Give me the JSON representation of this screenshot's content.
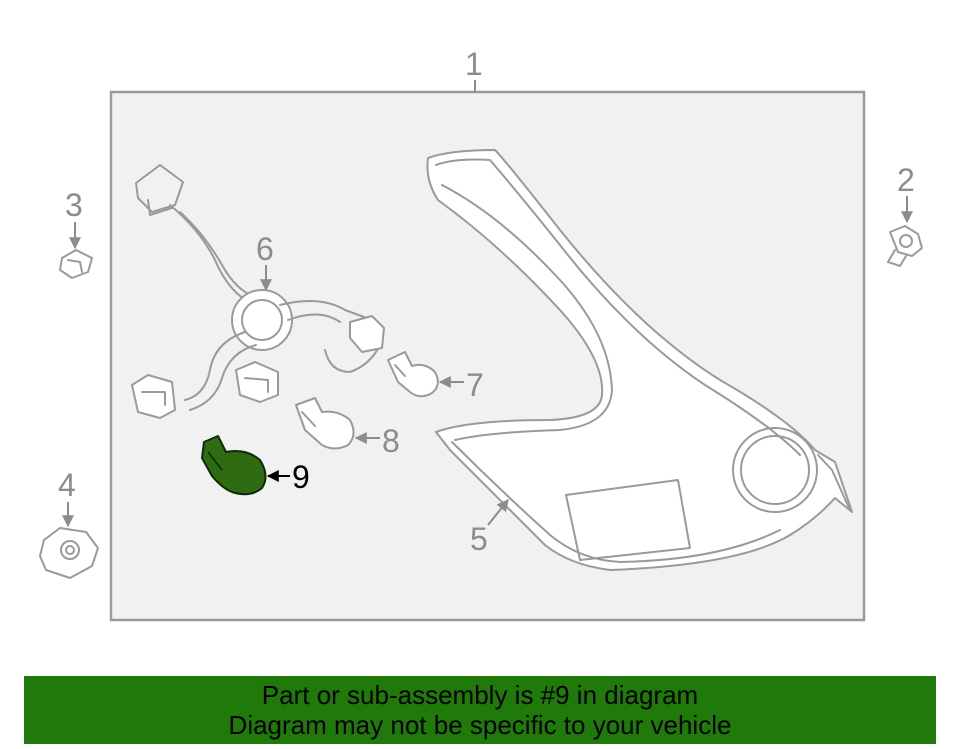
{
  "callouts": {
    "c1": "1",
    "c2": "2",
    "c3": "3",
    "c4": "4",
    "c5": "5",
    "c6": "6",
    "c7": "7",
    "c8": "8",
    "c9": "9"
  },
  "highlight": {
    "part_number": "9",
    "color": "#2e6b12",
    "outline": "#0f2a06"
  },
  "banner": {
    "line1": "Part or sub-assembly is #9 in diagram",
    "line2": "Diagram may not be specific to your vehicle",
    "background": "#1f7a0a"
  }
}
